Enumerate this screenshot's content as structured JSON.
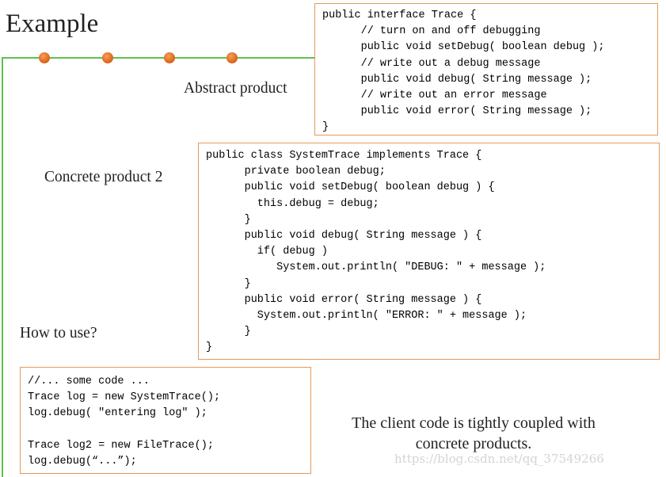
{
  "title": "Example",
  "labels": {
    "abstract_product": "Abstract product",
    "concrete_product": "Concrete product 2",
    "how_to_use": "How to use?"
  },
  "interface_code": [
    "public interface Trace {",
    "      // turn on and off debugging",
    "      public void setDebug( boolean debug );",
    "      // write out a debug message",
    "      public void debug( String message );",
    "      // write out an error message",
    "      public void error( String message );",
    "}"
  ],
  "class_code": [
    "public class SystemTrace implements Trace {",
    "      private boolean debug;",
    "      public void setDebug( boolean debug ) {",
    "        this.debug = debug;",
    "      }",
    "      public void debug( String message ) {",
    "        if( debug )",
    "           System.out.println( \"DEBUG: \" + message );",
    "      }",
    "      public void error( String message ) {",
    "        System.out.println( \"ERROR: \" + message );",
    "      }",
    "}"
  ],
  "usage_code": [
    "//... some code ...",
    "Trace log = new SystemTrace();",
    "log.debug( \"entering log\" );",
    "",
    "Trace log2 = new FileTrace();",
    "log.debug(“...”);"
  ],
  "note": [
    "The client code is tightly coupled with",
    "concrete products."
  ],
  "watermark": "https://blog.csdn.net/qq_37549266",
  "colors": {
    "accent_line": "#5ec24a",
    "box_border": "#e49a5a",
    "dot": "#e0681f"
  }
}
